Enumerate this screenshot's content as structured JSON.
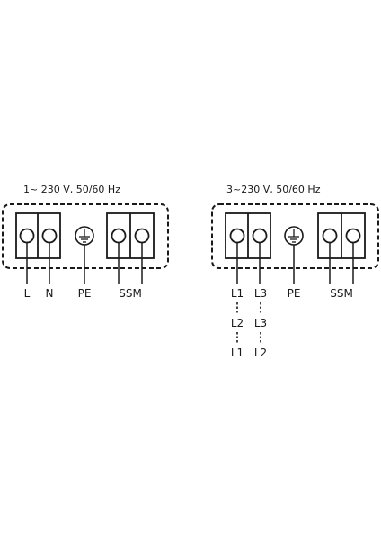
{
  "left": {
    "title": "1~ 230 V, 50/60 Hz",
    "labels": {
      "l": "L",
      "n": "N",
      "pe": "PE",
      "ssm": "SSM"
    }
  },
  "right": {
    "title": "3~230 V, 50/60 Hz",
    "labels": {
      "pe": "PE",
      "ssm": "SSM",
      "col1": [
        "L1",
        "L2",
        "L1"
      ],
      "col2": [
        "L3",
        "L3",
        "L2"
      ]
    }
  }
}
